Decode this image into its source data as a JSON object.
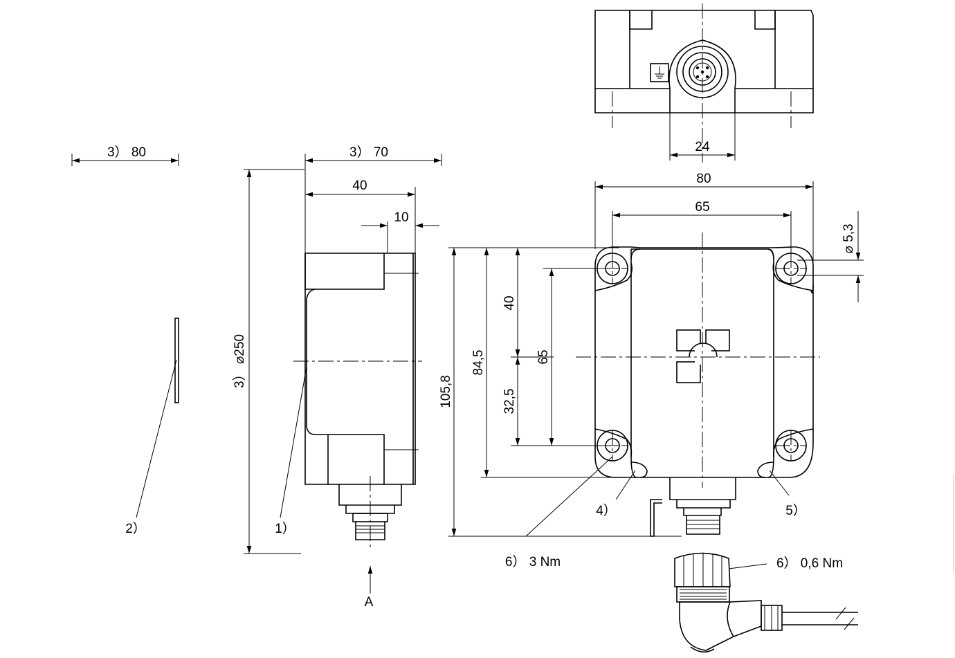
{
  "dimensions": {
    "sensing_distance_width": "3）  80",
    "height": "3）  ⌀250",
    "side_width": "3）  70",
    "side_depth": "40",
    "side_flange": "10",
    "connector_width": "24",
    "front_width": "80",
    "hole_spacing_x": "65",
    "hole_diameter": "⌀ 5,3",
    "overall_height": "105,8",
    "height_84": "84,5",
    "height_40": "40",
    "height_32": "32,5",
    "hole_spacing_y": "65"
  },
  "callouts": {
    "c1": "1）",
    "c2": "2）",
    "c4": "4）",
    "c5": "5）",
    "torque_screw": "6）   3 Nm",
    "torque_connector": "6）   0,6 Nm"
  },
  "view_label": "A"
}
